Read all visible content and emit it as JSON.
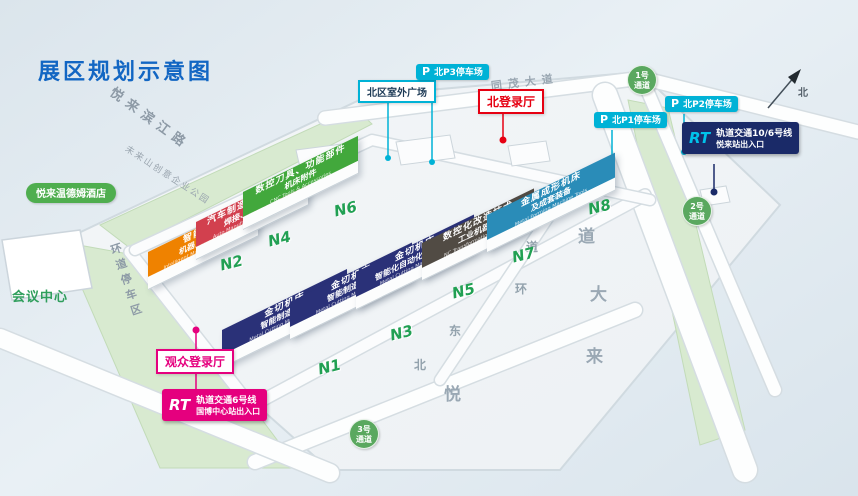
{
  "title": "展区规划示意图",
  "roads": {
    "binjiang": "悦来滨江路",
    "park": "未来山创意企业公园",
    "tongmao": "同茂大道",
    "avenue_chars": [
      "悦",
      "来",
      "大",
      "道"
    ],
    "ring_chars": [
      "北",
      "东",
      "环",
      "道"
    ],
    "ring_parking": "环道停车区"
  },
  "places": {
    "hotel": "悦来温德姆酒店",
    "conference": "会议中心",
    "north_plaza": "北区室外广场",
    "north_hall": "北登录厅",
    "visitor_hall": "观众登录厅"
  },
  "parking": {
    "p_icon": "P",
    "p1": "北P1停车场",
    "p2": "北P2停车场",
    "p3": "北P3停车场"
  },
  "metro": {
    "north": {
      "logo": "RT",
      "line1": "轨道交通10/6号线",
      "line2": "悦来站出入口"
    },
    "south": {
      "logo": "RT",
      "line1": "轨道交通6号线",
      "line2": "国博中心站出入口"
    }
  },
  "passages": {
    "p1": {
      "line1": "1号",
      "line2": "通道"
    },
    "p2": {
      "line1": "2号",
      "line2": "通道"
    },
    "p3": {
      "line1": "3号",
      "line2": "通道"
    }
  },
  "compass": {
    "north": "北"
  },
  "halls": [
    {
      "id": "N1",
      "line1": "金切机床",
      "line2": "智能制造装备",
      "en": "Metal Cutting Machine Tools",
      "color": "#2a3178"
    },
    {
      "id": "N2",
      "line1": "智能制造",
      "line2": "机器人自动化",
      "en": "Intelligent Manufacturing Robot",
      "color": "#ef8200"
    },
    {
      "id": "N3",
      "line1": "金切机床",
      "line2": "智能制造装备",
      "en": "Metal Cutting Machine Tools",
      "color": "#2a3178"
    },
    {
      "id": "N4",
      "line1": "汽车制造技术与装备",
      "line2": "焊接、钣金装备",
      "en": "Auto Manufacturing Equipment",
      "color": "#d2404e"
    },
    {
      "id": "N5",
      "line1": "金切机床",
      "line2": "智能化自动化成套设备",
      "en": "Metal Cutting Machine Tools",
      "color": "#2a3178"
    },
    {
      "id": "N6",
      "line1": "数控刀具、功能部件",
      "line2": "机床附件",
      "en": "CNC Tools & Accessories",
      "color": "#42a83c"
    },
    {
      "id": "N7",
      "line1": "数控化改造技术",
      "line2": "工业机器人",
      "en": "NC Transformation & Robot",
      "color": "#514b44"
    },
    {
      "id": "N8",
      "line1": "金属成形机床",
      "line2": "及成套装备",
      "en": "Metal Forming Machine Tools",
      "color": "#2a8cb8"
    }
  ],
  "accent_colors": {
    "title_blue": "#1266c3",
    "cyan": "#00b2d6",
    "red": "#e60012",
    "magenta": "#e5007e",
    "navy": "#1a2a68",
    "green": "#4fae4f",
    "hall_label_green": "#21a053"
  }
}
